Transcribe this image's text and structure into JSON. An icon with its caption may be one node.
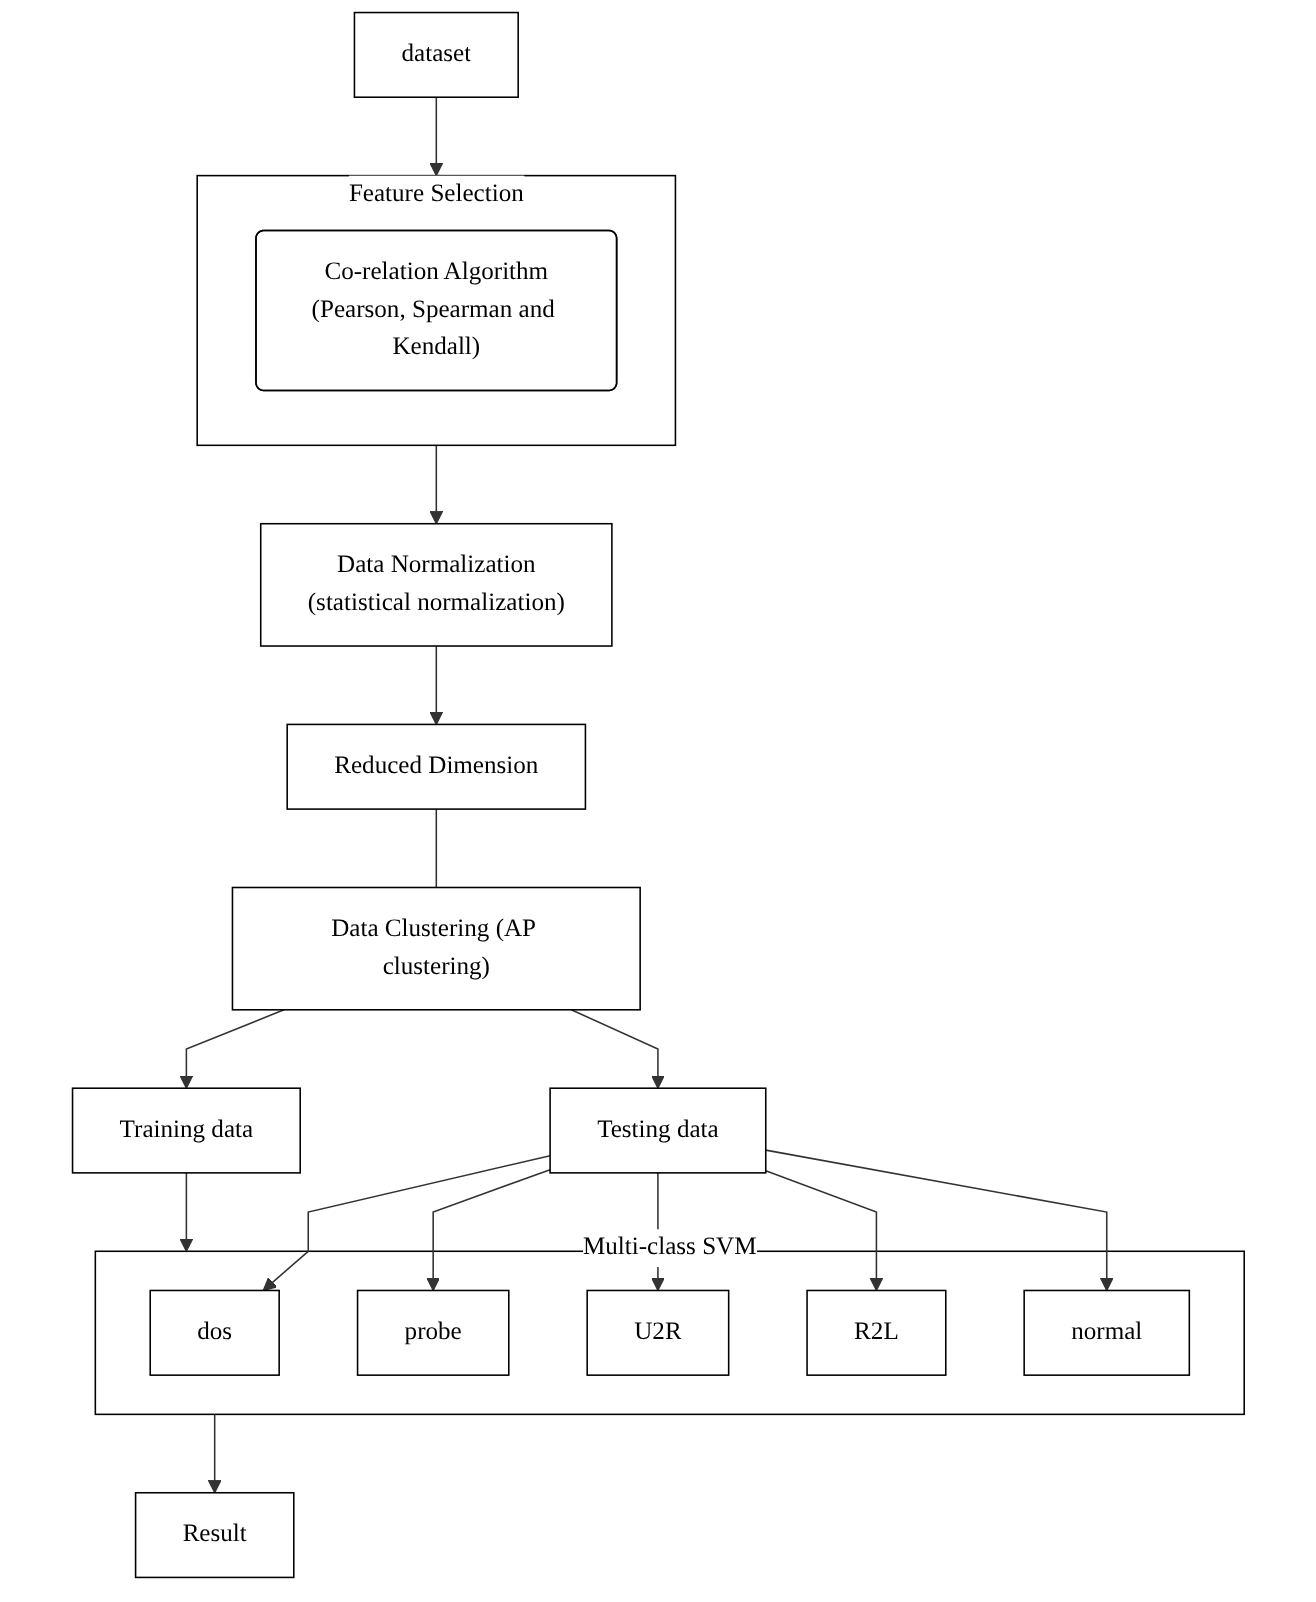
{
  "diagram": {
    "nodes": [
      {
        "text": [
          "dataset"
        ]
      },
      {
        "text": [
          "Feature Selection"
        ]
      },
      {
        "text": [
          "Co-relation Algorithm",
          "(Pearson, Spearman and Kendall)"
        ],
        "in": 1
      },
      {
        "text": [
          "Data Normalization",
          "(statistical normalization)"
        ]
      },
      {
        "text": [
          "Reduced Dimension"
        ]
      },
      {
        "text": [
          "Data Clustering (AP clustering)"
        ]
      },
      {
        "text": [
          "Training data"
        ]
      },
      {
        "text": [
          "Testing data"
        ]
      },
      {
        "text": [
          "Multi-class SVM"
        ]
      },
      {
        "text": [
          "dos"
        ],
        "in": 8
      },
      {
        "text": [
          "probe"
        ],
        "in": 8
      },
      {
        "text": [
          "U2R"
        ],
        "in": 8
      },
      {
        "text": [
          "R2L"
        ],
        "in": 8
      },
      {
        "text": [
          "normal"
        ],
        "in": 8
      },
      {
        "text": [
          "Result"
        ]
      }
    ],
    "edges": [
      {
        "from": 0,
        "to": 1,
        "arrow": "to"
      },
      {
        "from": 1,
        "to": 3,
        "arrow": "to"
      },
      {
        "from": 3,
        "to": 4,
        "arrow": "to"
      },
      {
        "from": 4,
        "to": 5,
        "arrow": "none"
      },
      {
        "from": 5,
        "to": 6,
        "arrow": "to"
      },
      {
        "from": 5,
        "to": 7,
        "arrow": "to"
      },
      {
        "from": 6,
        "to": 8,
        "arrow": "to"
      },
      {
        "from": 7,
        "to": 9,
        "arrow": "to"
      },
      {
        "from": 7,
        "to": 10,
        "arrow": "to"
      },
      {
        "from": 7,
        "to": 11,
        "arrow": "to"
      },
      {
        "from": 7,
        "to": 12,
        "arrow": "to"
      },
      {
        "from": 7,
        "to": 13,
        "arrow": "to"
      },
      {
        "from": 8,
        "to": 14,
        "arrow": "to"
      }
    ]
  }
}
